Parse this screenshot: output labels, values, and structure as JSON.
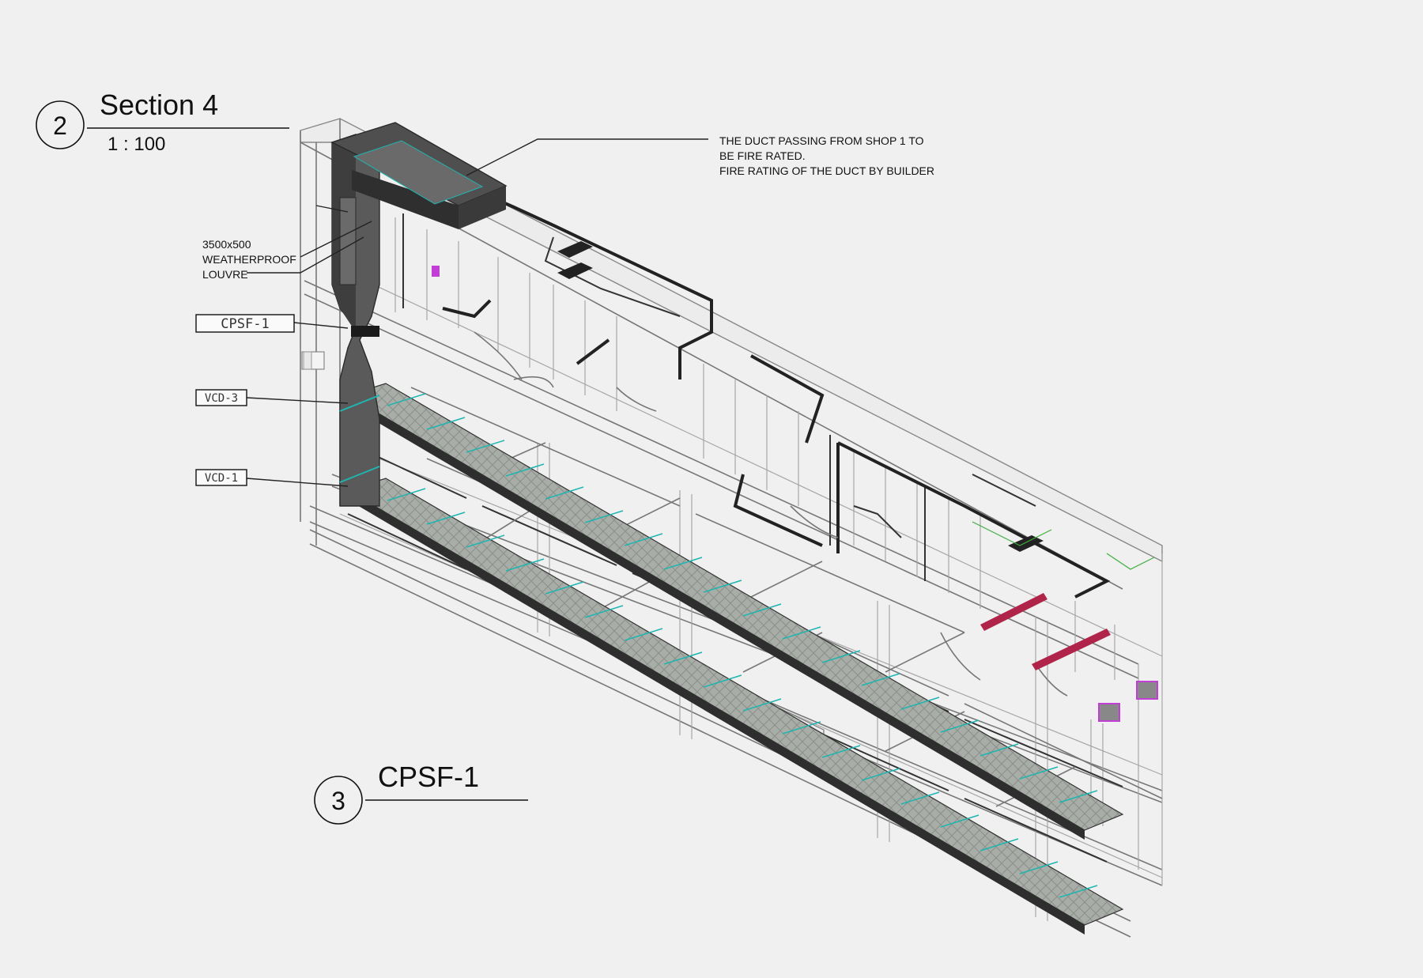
{
  "callouts": [
    {
      "number": "2",
      "title": "Section 4",
      "scale": "1 : 100"
    },
    {
      "number": "3",
      "title": "CPSF-1",
      "scale": ""
    }
  ],
  "notes": {
    "fire_rating": [
      "THE DUCT PASSING FROM SHOP 1 TO",
      "BE FIRE RATED.",
      "FIRE RATING OF THE DUCT BY BUILDER"
    ],
    "louvre": [
      "3500x500",
      "WEATHERPROOF",
      "LOUVRE"
    ]
  },
  "tags": {
    "cpsf": "CPSF-1",
    "vcd3": "VCD-3",
    "vcd1": "VCD-1"
  },
  "colors": {
    "background": "#f0f0f0",
    "duct_fill": "#a4aaa3",
    "duct_joint": "#1fb5b0",
    "vertical_duct": "#4d4d4d",
    "accent_red": "#b0244a",
    "accent_magenta": "#c23fd6"
  }
}
